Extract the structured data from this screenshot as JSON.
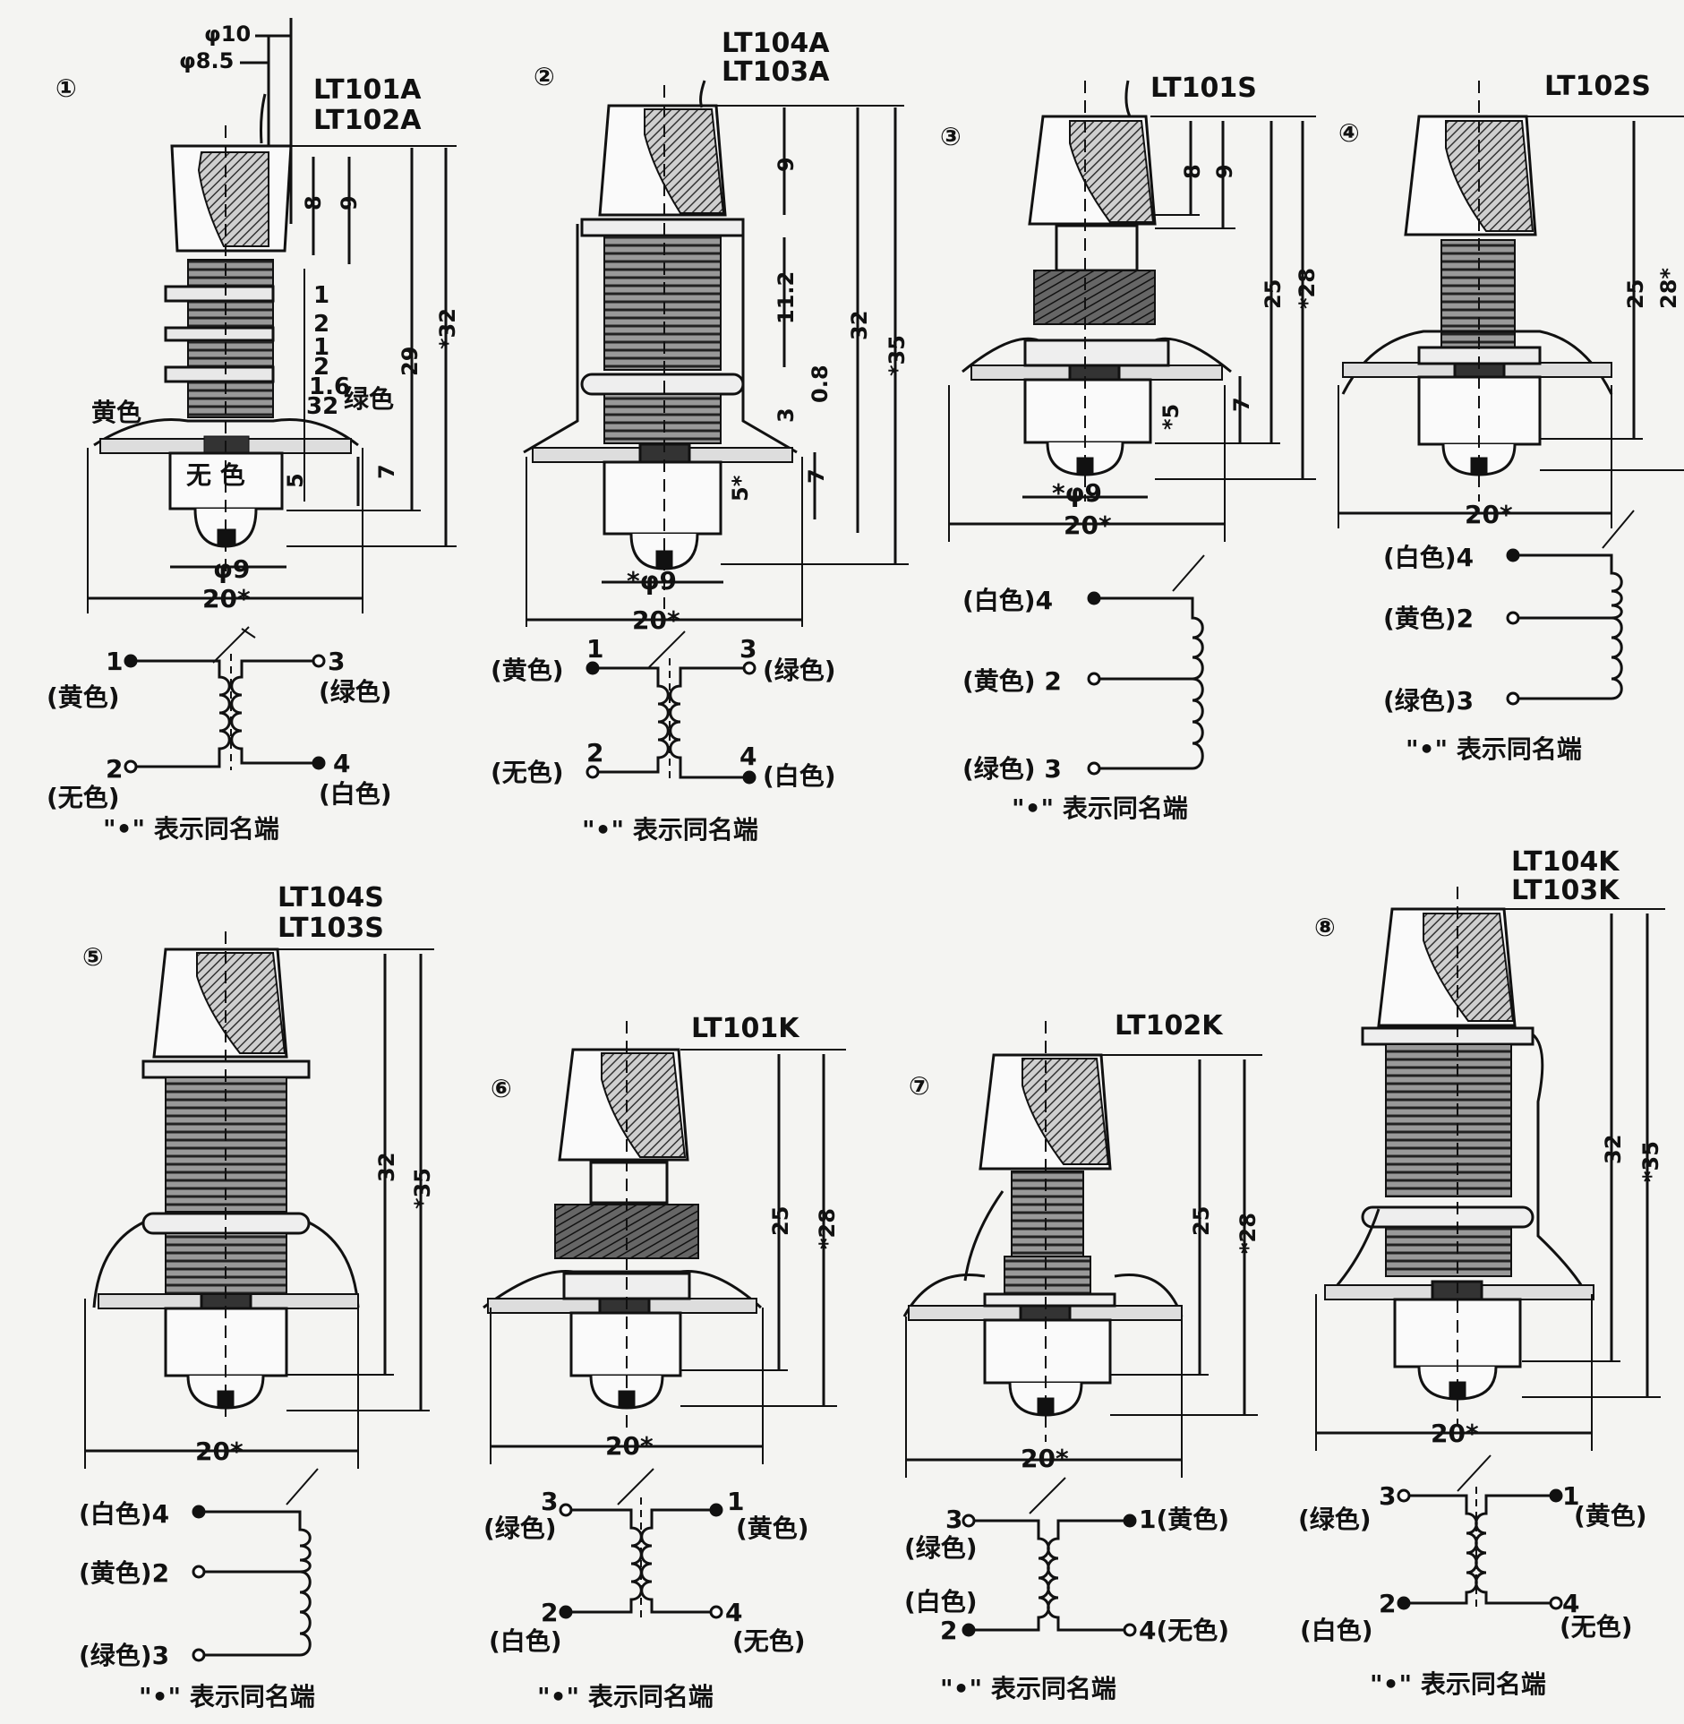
{
  "colors": {
    "paper": "#f4f4f2",
    "ink": "#111111",
    "hatch": "#555555"
  },
  "common": {
    "marker_note": "\"•\" 表示同名端",
    "width_dim": "20*",
    "dia_dim": "φ9"
  },
  "diagrams": [
    {
      "index": "①",
      "models": [
        "LT101A",
        "LT102A"
      ],
      "dims": {
        "d10": "φ10",
        "d85": "φ8.5",
        "h8": "8",
        "h9": "9",
        "s1": "1",
        "s2": "2",
        "s3": "1",
        "s4": "2",
        "s5": "1.6",
        "s6": "32",
        "b5": "5",
        "b7": "7",
        "h29": "29",
        "h32": "*32",
        "w": "20*",
        "dia": "φ9"
      },
      "side_labels": [
        "黄色",
        "绿色"
      ],
      "base_text": "无 色",
      "pins": [
        "1",
        "(黄色)",
        "3",
        "(绿色)",
        "2",
        "(无色)",
        "4",
        "(白色)"
      ],
      "note": "\"•\" 表示同名端"
    },
    {
      "index": "②",
      "models": [
        "LT104A",
        "LT103A"
      ],
      "dims": {
        "h9": "9",
        "h112": "11.2",
        "h08": "0.8",
        "h3": "3",
        "b7": "7",
        "b5": "5*",
        "h32": "32",
        "h35": "*35",
        "w": "20*",
        "dia": "*φ9"
      },
      "pins": [
        "(黄色)",
        "1",
        "3",
        "(绿色)",
        "(无色)",
        "2",
        "4",
        "(白色)"
      ],
      "note": "\"•\" 表示同名端"
    },
    {
      "index": "③",
      "models": [
        "LT101S"
      ],
      "dims": {
        "h8": "8",
        "h9": "9",
        "h25": "25",
        "h28": "*28",
        "b7": "7",
        "b5": "*5",
        "w": "20*",
        "dia": "*φ9"
      },
      "pins": [
        "(白色)4",
        "(黄色) 2",
        "(绿色) 3"
      ],
      "note": "\"•\" 表示同名端"
    },
    {
      "index": "④",
      "models": [
        "LT102S"
      ],
      "dims": {
        "h25": "25",
        "h28": "28*",
        "w": "20*"
      },
      "pins": [
        "(白色)4",
        "(黄色)2",
        "(绿色)3"
      ],
      "note": "\"•\" 表示同名端"
    },
    {
      "index": "⑤",
      "models": [
        "LT104S",
        "LT103S"
      ],
      "dims": {
        "h32": "32",
        "h35": "*35",
        "w": "20*"
      },
      "pins": [
        "(白色)4",
        "(黄色)2",
        "(绿色)3"
      ],
      "note": "\"•\" 表示同名端"
    },
    {
      "index": "⑥",
      "models": [
        "LT101K"
      ],
      "dims": {
        "h25": "25",
        "h28": "*28",
        "w": "20*"
      },
      "pins": [
        "3",
        "(绿色)",
        "1",
        "(黄色)",
        "2",
        "(白色)",
        "4",
        "(无色)"
      ],
      "note": "\"•\" 表示同名端"
    },
    {
      "index": "⑦",
      "models": [
        "LT102K"
      ],
      "dims": {
        "h25": "25",
        "h28": "*28",
        "w": "20*"
      },
      "pins": [
        "3",
        "(绿色)",
        "1(黄色)",
        "(白色)",
        "2",
        "4(无色)"
      ],
      "note": "\"•\" 表示同名端"
    },
    {
      "index": "⑧",
      "models": [
        "LT104K",
        "LT103K"
      ],
      "dims": {
        "h32": "32",
        "h35": "*35",
        "w": "20*"
      },
      "pins": [
        "3",
        "(绿色)",
        "1",
        "(黄色)",
        "2",
        "(白色)",
        "4",
        "(无色)"
      ],
      "note": "\"•\" 表示同名端"
    }
  ]
}
